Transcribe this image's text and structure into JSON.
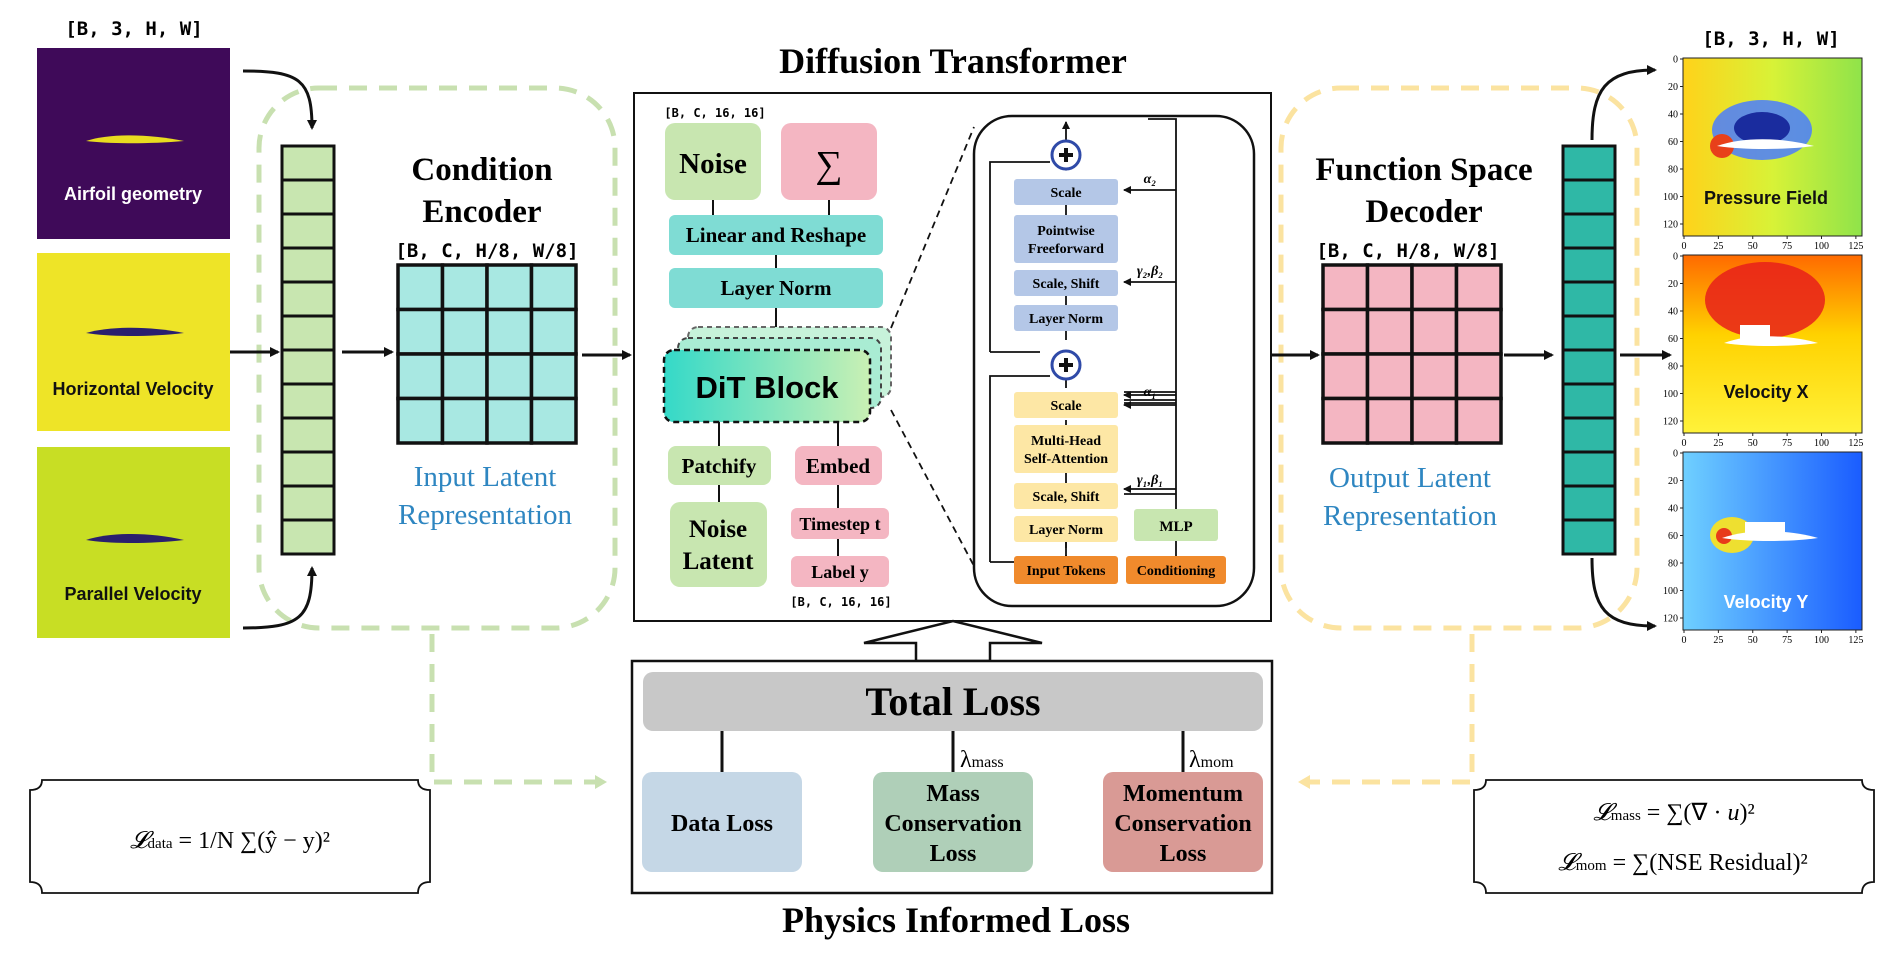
{
  "left_panel": {
    "input_shape": "[B, 3, H, W]",
    "inputs": [
      {
        "label": "Airfoil geometry",
        "bg": "#3f0a59"
      },
      {
        "label": "Horizontal Velocity",
        "bg": "#eee427"
      },
      {
        "label": "Parallel Velocity",
        "bg": "#c8de24"
      }
    ]
  },
  "condition_encoder": {
    "title_line1": "Condition",
    "title_line2": "Encoder",
    "shape": "[B, C, H/8, W/8]",
    "caption_line1": "Input Latent",
    "caption_line2": "Representation"
  },
  "dit": {
    "title": "Diffusion Transformer",
    "top_shape": "[B, C, 16, 16]",
    "noise": "Noise",
    "sigma": "∑",
    "linear_reshape": "Linear and Reshape",
    "layer_norm": "Layer Norm",
    "dit_block": "DiT Block",
    "patchify": "Patchify",
    "embed": "Embed",
    "noise_latent_line1": "Noise",
    "noise_latent_line2": "Latent",
    "timestep": "Timestep t",
    "label": "Label y",
    "bottom_shape": "[B, C, 16, 16]",
    "detail": {
      "scale_top": "Scale",
      "pointwise_line1": "Pointwise",
      "pointwise_line2": "Freeforward",
      "scale_shift_top": "Scale, Shift",
      "layer_norm_top": "Layer Norm",
      "scale_bottom": "Scale",
      "mhsa_line1": "Multi-Head",
      "mhsa_line2": "Self-Attention",
      "scale_shift_bottom": "Scale, Shift",
      "layer_norm_bottom": "Layer Norm",
      "mlp": "MLP",
      "input_tokens": "Input Tokens",
      "conditioning": "Conditioning",
      "alpha2": "α₂",
      "gamma_beta2": "γ₂,β₂",
      "alpha1": "α₁",
      "gamma_beta1": "γ₁,β₁"
    }
  },
  "decoder": {
    "title_line1": "Function Space",
    "title_line2": "Decoder",
    "shape": "[B, C, H/8, W/8]",
    "caption_line1": "Output Latent",
    "caption_line2": "Representation"
  },
  "outputs": {
    "shape": "[B, 3, H, W]",
    "fields": [
      {
        "label": "Pressure Field"
      },
      {
        "label": "Velocity X"
      },
      {
        "label": "Velocity Y"
      }
    ],
    "y_ticks": [
      "0",
      "20",
      "40",
      "60",
      "80",
      "100",
      "120"
    ],
    "x_ticks": [
      "0",
      "25",
      "50",
      "75",
      "100",
      "125"
    ]
  },
  "loss": {
    "title": "Physics Informed Loss",
    "total": "Total Loss",
    "data_loss": "Data Loss",
    "mass_line1": "Mass",
    "mass_line2": "Conservation",
    "mass_line3": "Loss",
    "mom_line1": "Momentum",
    "mom_line2": "Conservation",
    "mom_line3": "Loss",
    "lambda_mass": "λmass",
    "lambda_mom": "λmom"
  },
  "formulas": {
    "data": "𝓛data = (1/N) ∑(ŷ − y)²",
    "mass": "𝓛mass = ∑(∇ · u)²",
    "mom": "𝓛mom = ∑(NSE Residual)²"
  }
}
